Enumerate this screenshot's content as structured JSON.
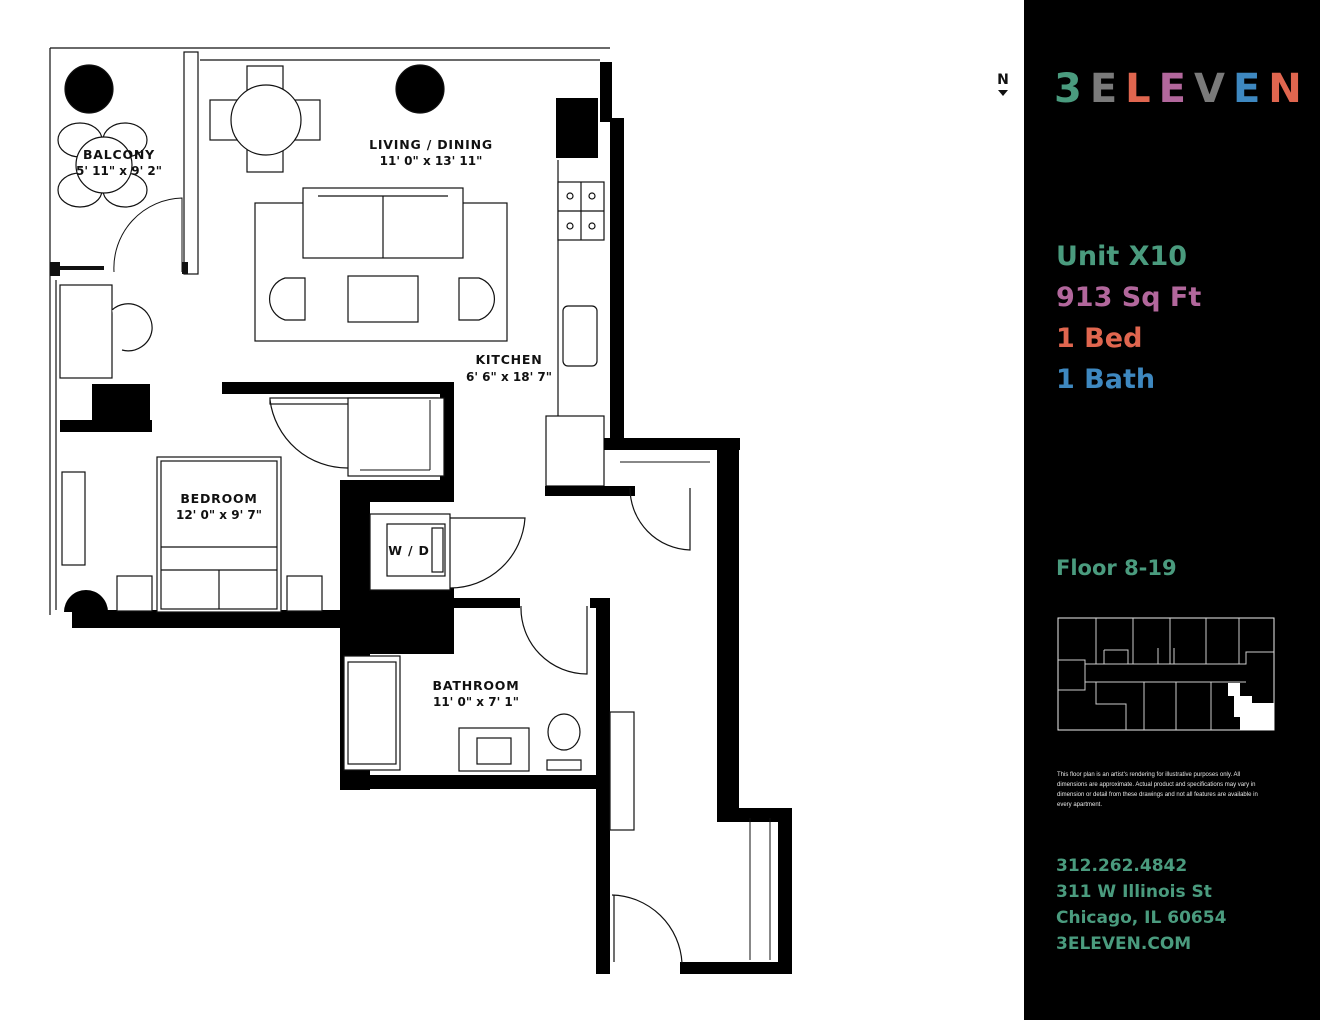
{
  "brand": {
    "logo_letters": [
      {
        "char": "3",
        "color": "#4a9b7e"
      },
      {
        "char": "E",
        "color": "#7a7a7a"
      },
      {
        "char": "L",
        "color": "#e0664f"
      },
      {
        "char": "E",
        "color": "#b2679c"
      },
      {
        "char": "V",
        "color": "#7a7a7a"
      },
      {
        "char": "E",
        "color": "#3e88c0"
      },
      {
        "char": "N",
        "color": "#e0664f"
      }
    ],
    "name": "3ELEVEN"
  },
  "compass": {
    "label": "N",
    "icon": "north-arrow-icon"
  },
  "unit": {
    "name": "Unit X10",
    "name_color": "#4a9b7e",
    "area": "913 Sq Ft",
    "area_color": "#b2679c",
    "beds": "1 Bed",
    "beds_color": "#e0664f",
    "baths": "1 Bath",
    "baths_color": "#3e88c0"
  },
  "floor": "Floor 8-19",
  "disclaimer": "This floor plan is an artist's rendering for illustrative purposes only. All dimensions are approximate. Actual product and specifications may vary in dimension or detail from these drawings and not all features are available in every apartment.",
  "contact": {
    "phone": "312.262.4842",
    "street": "311 W Illinois St",
    "city": "Chicago, IL 60654",
    "website": "3ELEVEN.COM"
  },
  "rooms": [
    {
      "name": "BALCONY",
      "dims": "5' 11\"  x 9' 2\""
    },
    {
      "name": "LIVING / DINING",
      "dims": "11' 0\"  x 13' 11\""
    },
    {
      "name": "KITCHEN",
      "dims": "6' 6\"  x 18' 7\""
    },
    {
      "name": "BEDROOM",
      "dims": "12' 0\"  x 9' 7\""
    },
    {
      "name": "W / D",
      "dims": ""
    },
    {
      "name": "BATHROOM",
      "dims": "11' 0\"  x 7' 1\""
    }
  ]
}
